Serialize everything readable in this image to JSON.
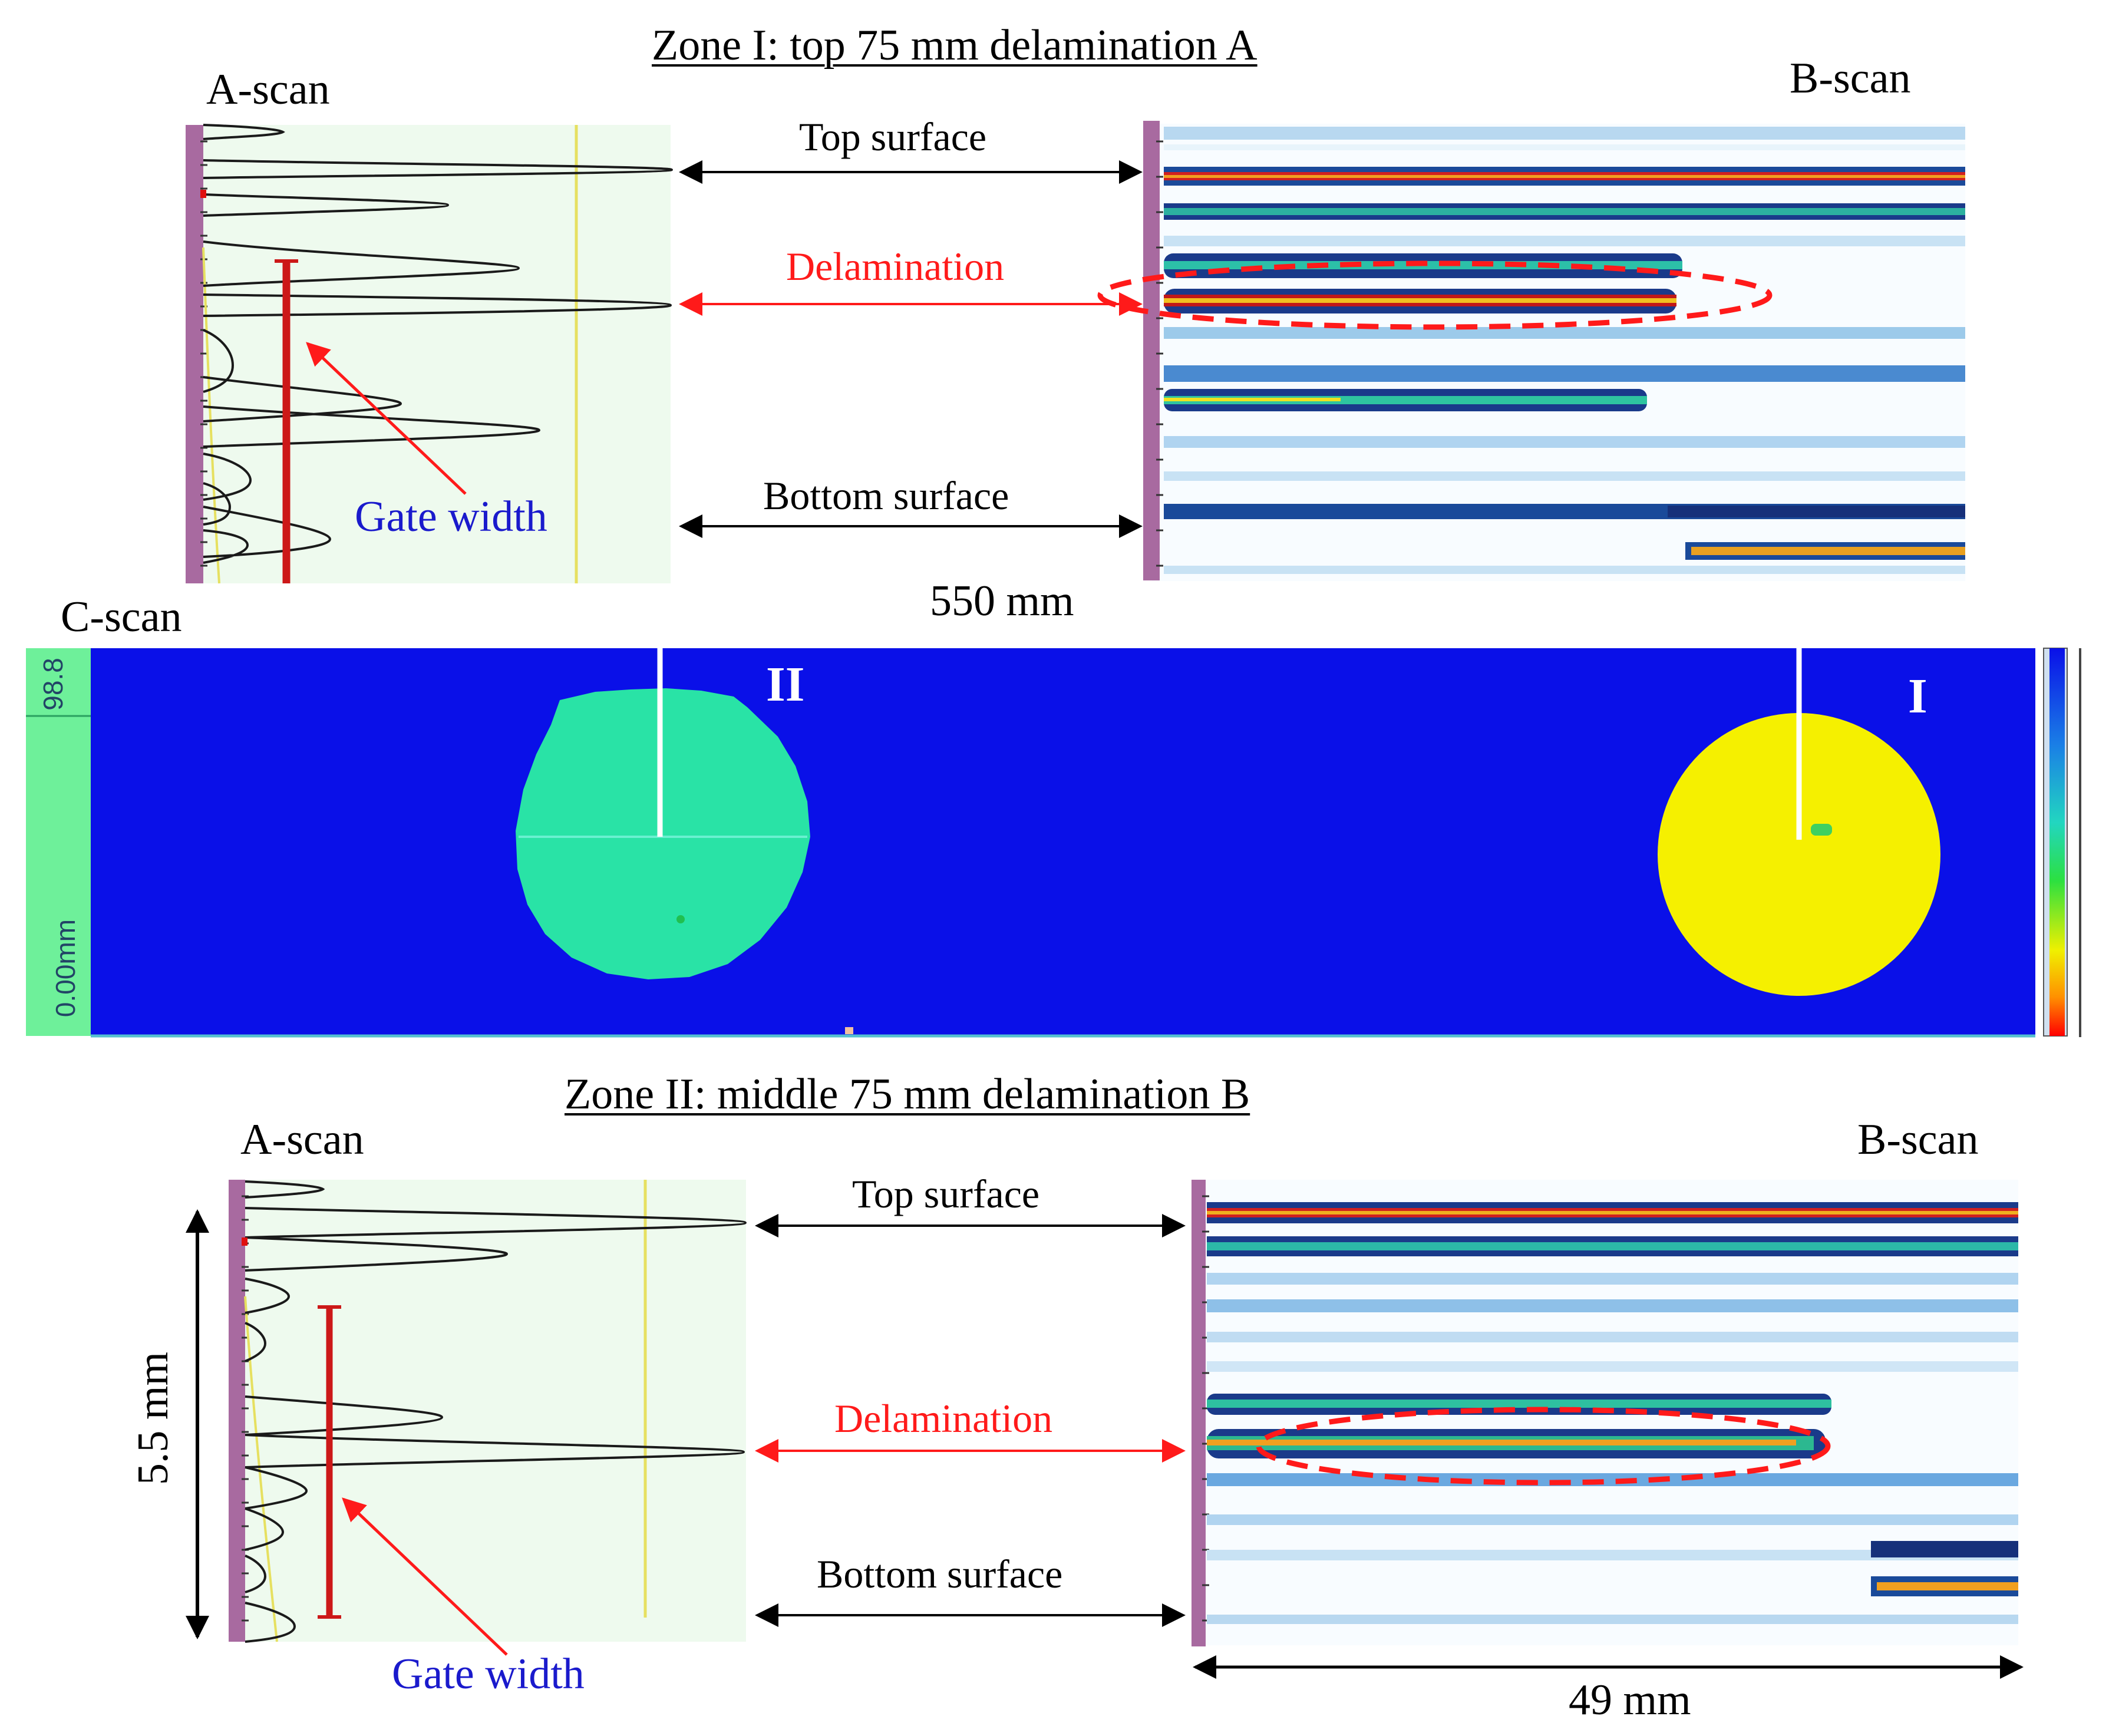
{
  "zone1": {
    "title": "Zone I: top 75 mm delamination A",
    "ascan_label": "A-scan",
    "bscan_label": "B-scan",
    "top_surface": "Top surface",
    "delamination": "Delamination",
    "bottom_surface": "Bottom surface",
    "gate_width": "Gate width"
  },
  "cscan": {
    "label": "C-scan",
    "length": "550 mm",
    "scale_top": "98.8",
    "scale_bottom": "0.00mm",
    "marker_2": "II",
    "marker_1": "I",
    "colors": {
      "background": "#0a10e8",
      "zone2": "#29e3a6",
      "zone1": "#f5f000",
      "scale_panel": "#6ef09a"
    }
  },
  "zone2": {
    "title": "Zone II: middle 75 mm delamination B",
    "ascan_label": "A-scan",
    "bscan_label": "B-scan",
    "top_surface": "Top surface",
    "delamination": "Delamination",
    "bottom_surface": "Bottom surface",
    "gate_width": "Gate width",
    "thickness": "5.5 mm",
    "width": "49 mm"
  }
}
